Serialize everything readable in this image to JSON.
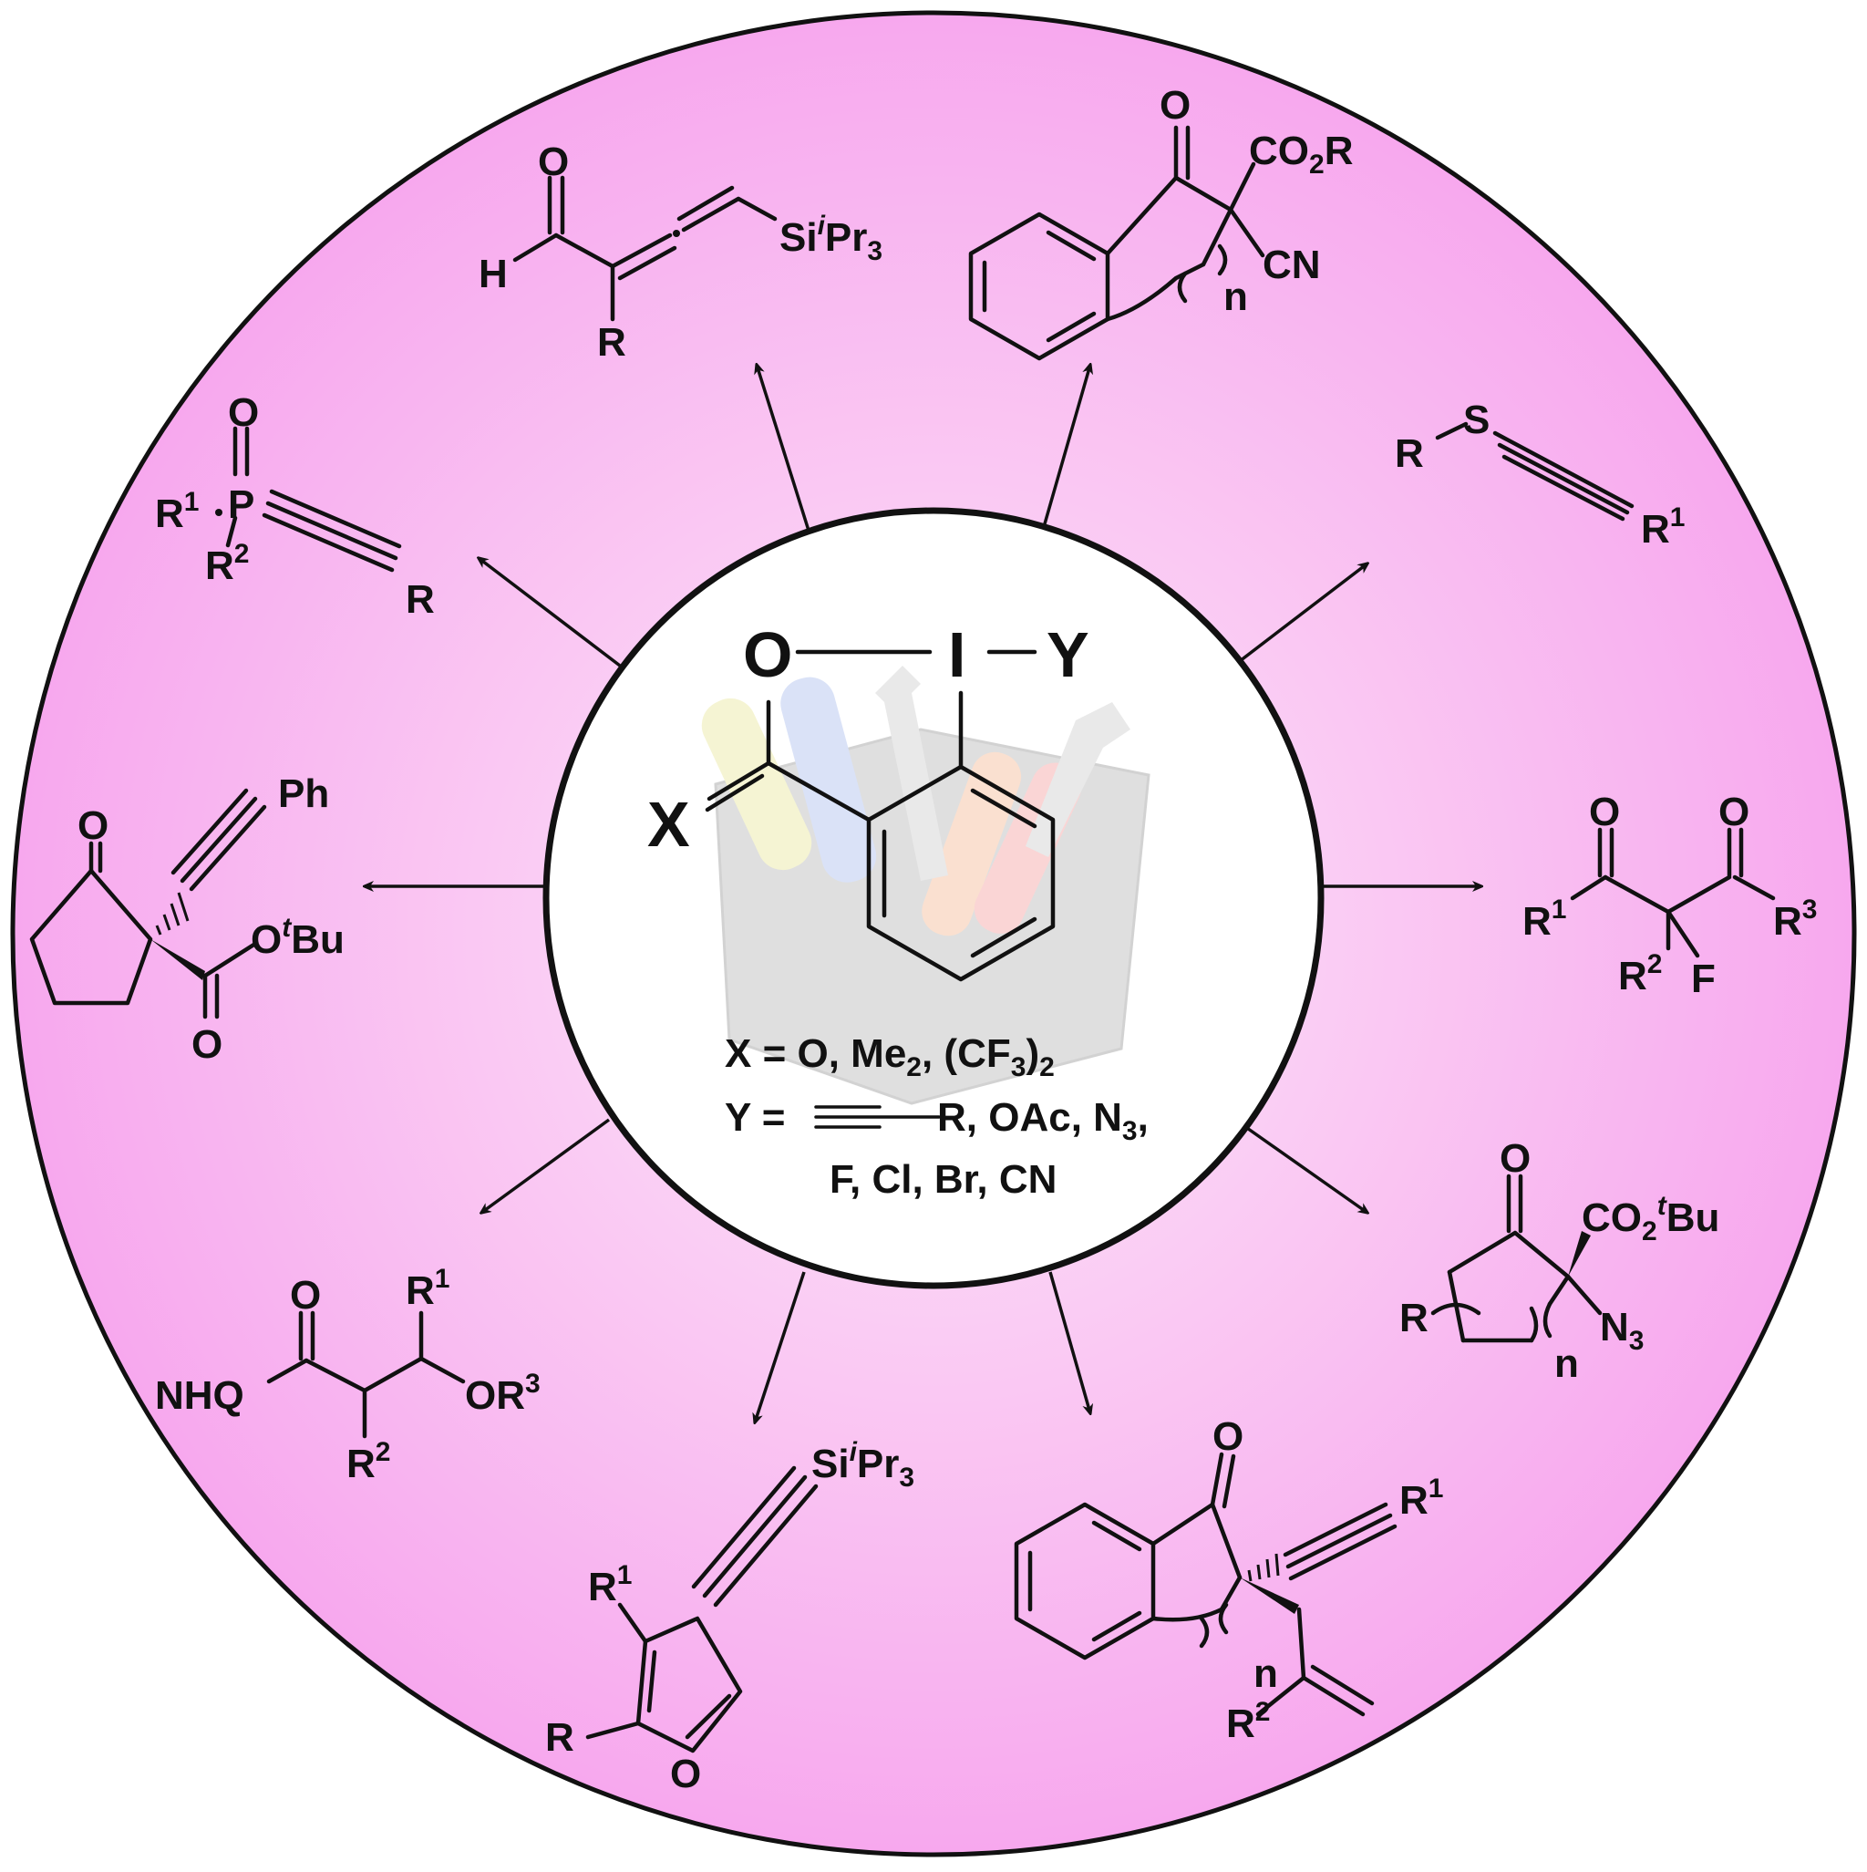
{
  "colors": {
    "outer_fill_center": "#fde8f8",
    "outer_fill_edge": "#f7a8ee",
    "inner_fill": "#ffffff",
    "outline": "#111111",
    "toolbox_watermark": "#c9c9c9"
  },
  "core": {
    "O": "O",
    "I": "I",
    "Y": "Y",
    "X": "X",
    "cond_x_1": "X = O, Me",
    "cond_x_2": "2",
    "cond_x_3": ", (CF",
    "cond_x_4": "3",
    "cond_x_5": ")",
    "cond_x_6": "2",
    "cond_y_prefix": "Y =",
    "cond_y_1": "R, OAc, N",
    "cond_y_2": "3",
    "cond_y_3": ",",
    "cond_y_4": "F, Cl, Br, CN"
  },
  "products": {
    "allenal": {
      "O": "O",
      "H": "H",
      "R": "R",
      "Si": "Si",
      "iso": "i",
      "Pr": "Pr",
      "three": "3"
    },
    "indanone_cn": {
      "O": "O",
      "CO": "CO",
      "two": "2",
      "R": "R",
      "CN": "CN",
      "n": "n"
    },
    "thioalkyne": {
      "R": "R",
      "S": "S",
      "R1": "R",
      "one": "1"
    },
    "fluoro_diketone": {
      "O1": "O",
      "O2": "O",
      "R1": "R",
      "one": "1",
      "R3": "R",
      "three": "3",
      "R2": "R",
      "two": "2",
      "F": "F"
    },
    "azido_ketoester": {
      "O": "O",
      "CO": "CO",
      "two": "2",
      "t": "t",
      "Bu": "Bu",
      "R": "R",
      "N": "N",
      "three": "3",
      "n": "n"
    },
    "alkynyl_indanone": {
      "O": "O",
      "R1": "R",
      "one": "1",
      "R2": "R",
      "two": "2",
      "n": "n"
    },
    "furan": {
      "Si": "Si",
      "iso": "i",
      "Pr": "Pr",
      "three": "3",
      "R1": "R",
      "one": "1",
      "R": "R",
      "O": "O"
    },
    "hydroxy_amide": {
      "O": "O",
      "R1": "R",
      "one": "1",
      "NHQ": "NHQ",
      "OR": "OR",
      "three": "3",
      "R2": "R",
      "two": "2"
    },
    "alkynyl_ketoester": {
      "Ph": "Ph",
      "O": "O",
      "O2": "O",
      "tBu_t": "t",
      "Bu": "Bu",
      "O3": "O"
    },
    "phosphine_oxide": {
      "O": "O",
      "R1": "R",
      "one": "1",
      "P": "P",
      "R2": "R",
      "two": "2",
      "R": "R"
    }
  }
}
